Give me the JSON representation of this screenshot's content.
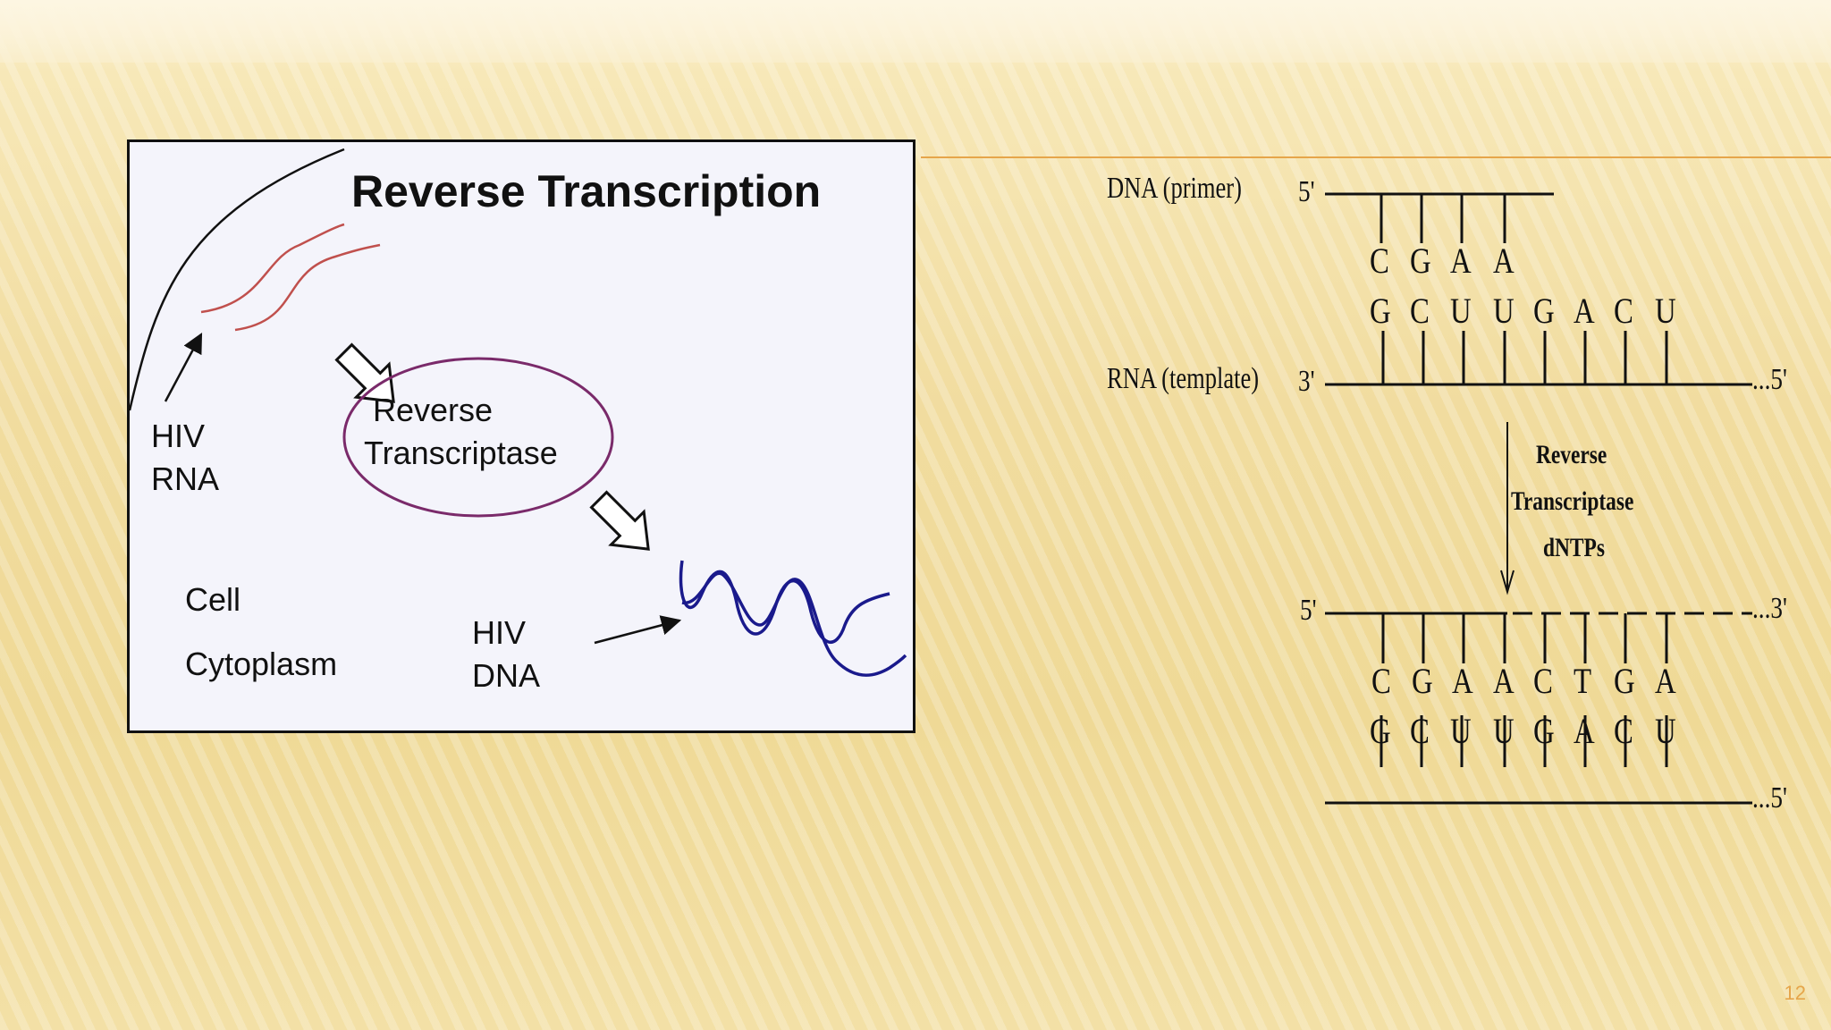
{
  "slide": {
    "page_number": "12",
    "accent_color": "#e6a54a"
  },
  "left_diagram": {
    "title": "Reverse Transcription",
    "hiv_rna_lines": [
      "HIV",
      "RNA"
    ],
    "enzyme_lines": [
      "Reverse",
      "Transcriptase"
    ],
    "cell_lines": [
      "Cell",
      "Cytoplasm"
    ],
    "hiv_dna_lines": [
      "HIV",
      "DNA"
    ],
    "colors": {
      "rna": "#c0504d",
      "dna": "#1a1a8c",
      "enzyme": "#7a2a6a"
    }
  },
  "right_diagram": {
    "primer_label": "DNA (primer)",
    "template_label": "RNA (template)",
    "enzyme_lines": [
      "Reverse",
      "Transcriptase",
      "dNTPs"
    ],
    "top": {
      "primer_5": "5'",
      "primer_bases": [
        "C",
        "G",
        "A",
        "A"
      ],
      "template_bases": [
        "G",
        "C",
        "U",
        "U",
        "G",
        "A",
        "C",
        "U"
      ],
      "template_3": "3'",
      "template_5": "...5'"
    },
    "bottom": {
      "dna_5": "5'",
      "dna_3": "...3'",
      "dna_bases": [
        "C",
        "G",
        "A",
        "A",
        "C",
        "T",
        "G",
        "A"
      ],
      "rna_bases": [
        "G",
        "C",
        "U",
        "U",
        "G",
        "A",
        "C",
        "U"
      ],
      "rna_5": "...5'"
    }
  }
}
